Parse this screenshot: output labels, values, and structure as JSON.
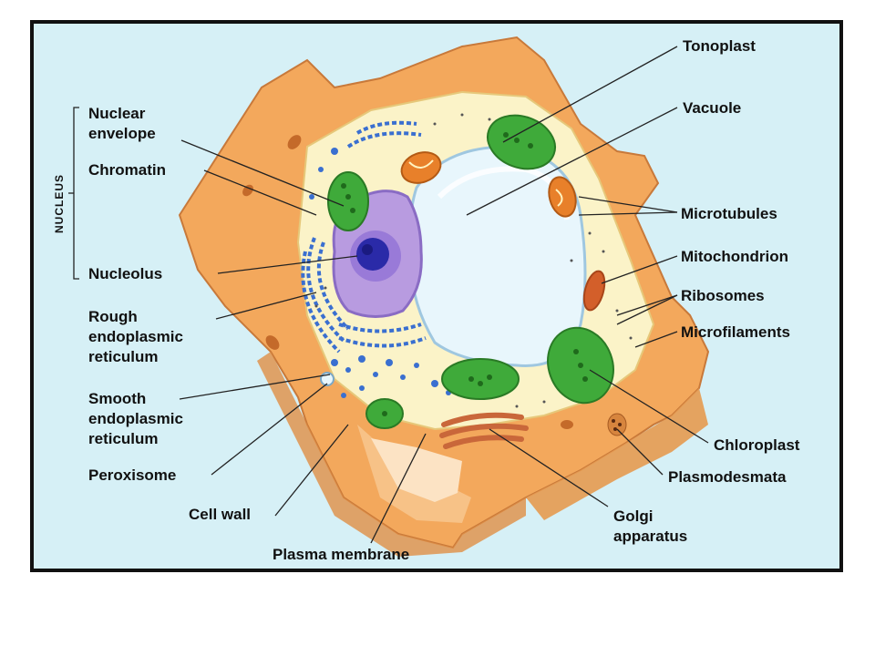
{
  "diagram": {
    "group_label": "NUCLEUS",
    "labels": {
      "nuclear_envelope": [
        "Nuclear",
        "envelope"
      ],
      "chromatin": "Chromatin",
      "nucleolus": "Nucleolus",
      "rough_er": [
        "Rough",
        "endoplasmic",
        "reticulum"
      ],
      "smooth_er": [
        "Smooth",
        "endoplasmic",
        "reticulum"
      ],
      "peroxisome": "Peroxisome",
      "cell_wall": "Cell wall",
      "plasma_membrane": "Plasma membrane",
      "tonoplast": "Tonoplast",
      "vacuole": "Vacuole",
      "microtubules": "Microtubules",
      "mitochondrion": "Mitochondrion",
      "ribosomes": "Ribosomes",
      "microfilaments": "Microfilaments",
      "chloroplast": "Chloroplast",
      "plasmodesmata": "Plasmodesmata",
      "golgi_apparatus": [
        "Golgi",
        "apparatus"
      ]
    },
    "colors": {
      "background": "#d6f0f6",
      "cell_wall": "#f3a85c",
      "cytoplasm": "#fbf3c8",
      "vacuole": "#e8f6fc",
      "nucleus": "#b89be0",
      "nucleolus": "#2a2aa8",
      "chloroplast": "#3faa3a",
      "mitochondrion": "#e8802a",
      "rough_er": "#3a6fd0",
      "golgi": "#c9673a"
    }
  }
}
